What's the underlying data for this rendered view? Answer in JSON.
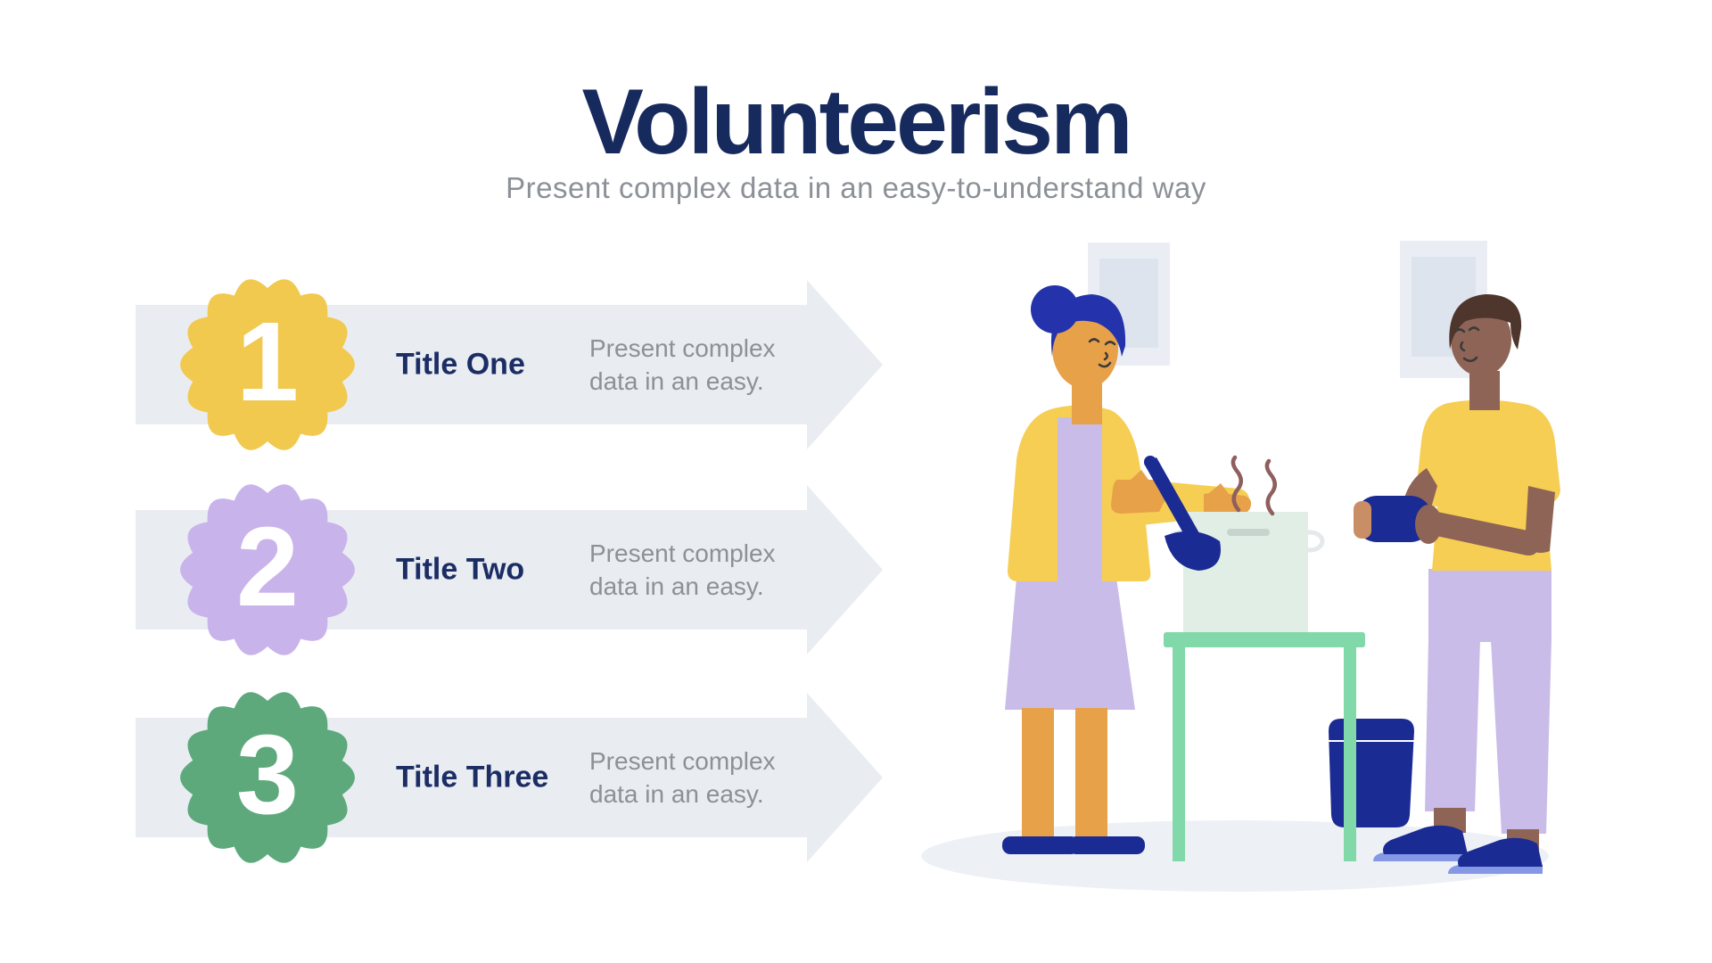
{
  "header": {
    "title": "Volunteerism",
    "subtitle": "Present complex data in an easy-to-understand way"
  },
  "rows": [
    {
      "number": "1",
      "title": "Title One",
      "description": "Present complex data in an easy.",
      "badge_color": "#F1C94F"
    },
    {
      "number": "2",
      "title": "Title Two",
      "description": "Present complex data in an easy.",
      "badge_color": "#C9B3EB"
    },
    {
      "number": "3",
      "title": "Title Three",
      "description": "Present complex data in an easy.",
      "badge_color": "#5DA97C"
    }
  ],
  "colors": {
    "title_navy": "#172A5E",
    "row_bg": "#E9EDF1",
    "text_gray": "#8C9097",
    "number_white": "#FFFFFF",
    "woman_skin": "#E7A149",
    "man_skin": "#8E6457",
    "hair_blue": "#2433AB",
    "hair_brown": "#4E362D",
    "outfit_yellow": "#F6CE53",
    "outfit_lavender": "#C9BCE8",
    "item_navy": "#1B2B94",
    "shoe_sole": "#8598E6",
    "table_mint": "#81D8A8",
    "pot_mint": "#E0EEE5",
    "pot_lid_gray": "#C7D3CC",
    "pot_handle_gray": "#E5E9EB",
    "steam_maroon": "#8F5F5E",
    "frame_outer": "#EAEEF4",
    "frame_inner": "#DDE4EE",
    "floor_shadow": "#EDF1F6",
    "bowl_cap_tan": "#C98E66",
    "bucket_line": "#FFFFFF",
    "face_line": "#3A3A3A"
  }
}
